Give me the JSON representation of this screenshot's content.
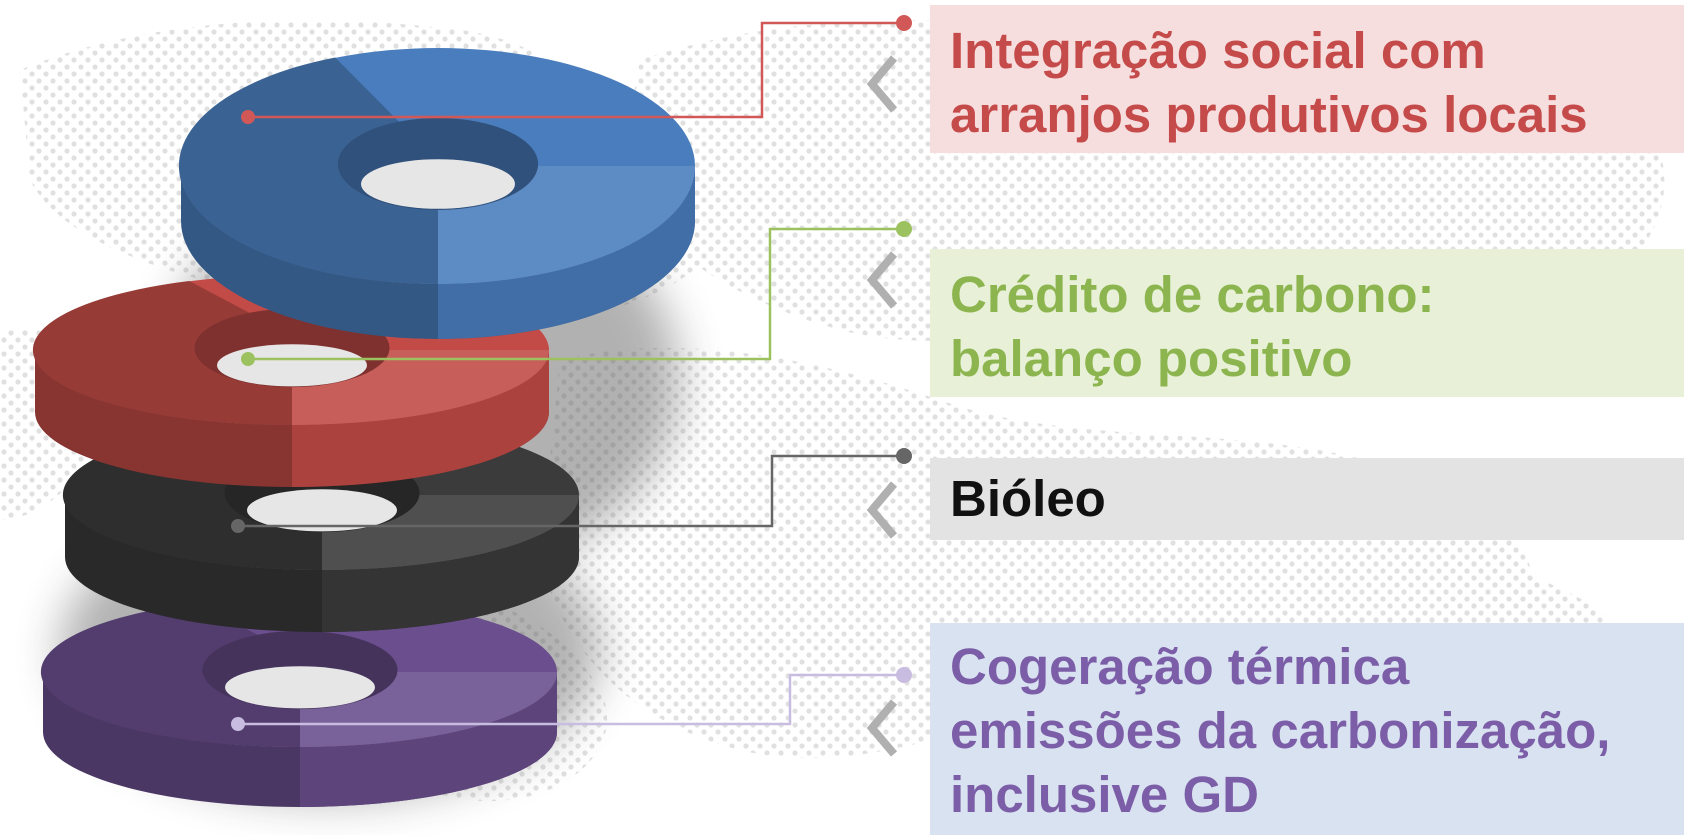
{
  "items": [
    {
      "lines": [
        "Integração social com",
        "arranjos produtivos locais"
      ],
      "text_color": "#c54b4b",
      "box_color": "#f7dede",
      "ring_color": "#4a7dbd",
      "connector_color": "#d25858"
    },
    {
      "lines": [
        "Crédito de carbono:",
        "balanço positivo"
      ],
      "text_color": "#8db54f",
      "box_color": "#e8f1d8",
      "ring_color": "#c24b47",
      "connector_color": "#9cc25f"
    },
    {
      "lines": [
        "Bióleo"
      ],
      "text_color": "#111111",
      "box_color": "#e3e3e3",
      "ring_color": "#3b3b3b",
      "connector_color": "#666666"
    },
    {
      "lines": [
        "Cogeração térmica",
        "emissões da carbonização,",
        "inclusive GD"
      ],
      "text_color": "#7b5ea7",
      "box_color": "#d9e2f0",
      "ring_color": "#6a4e8d",
      "connector_color": "#c8bde0"
    }
  ]
}
